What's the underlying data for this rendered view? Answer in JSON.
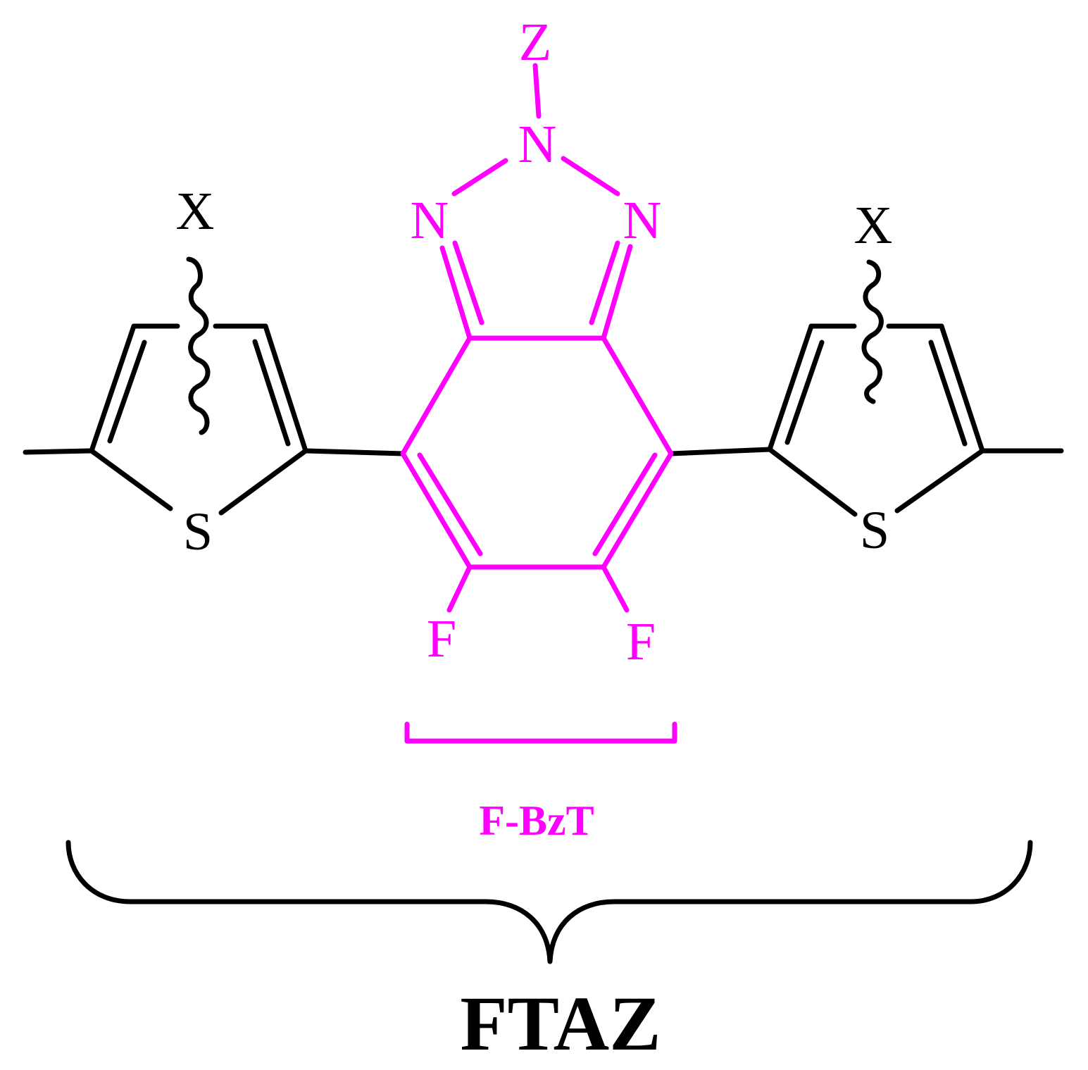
{
  "colors": {
    "acceptor": "#ff00ff",
    "donor": "#000000",
    "background": "#ffffff"
  },
  "atoms": {
    "substituent_z": "Z",
    "triazole_n_top": "N",
    "triazole_n_left": "N",
    "triazole_n_right": "N",
    "thiophene_left_s": "S",
    "thiophene_right_s": "S",
    "side_chain_left_x": "X",
    "side_chain_right_x": "X",
    "fluorine_left": "F",
    "fluorine_right": "F"
  },
  "labels": {
    "acceptor_unit": "F-BzT",
    "polymer_unit": "FTAZ"
  }
}
